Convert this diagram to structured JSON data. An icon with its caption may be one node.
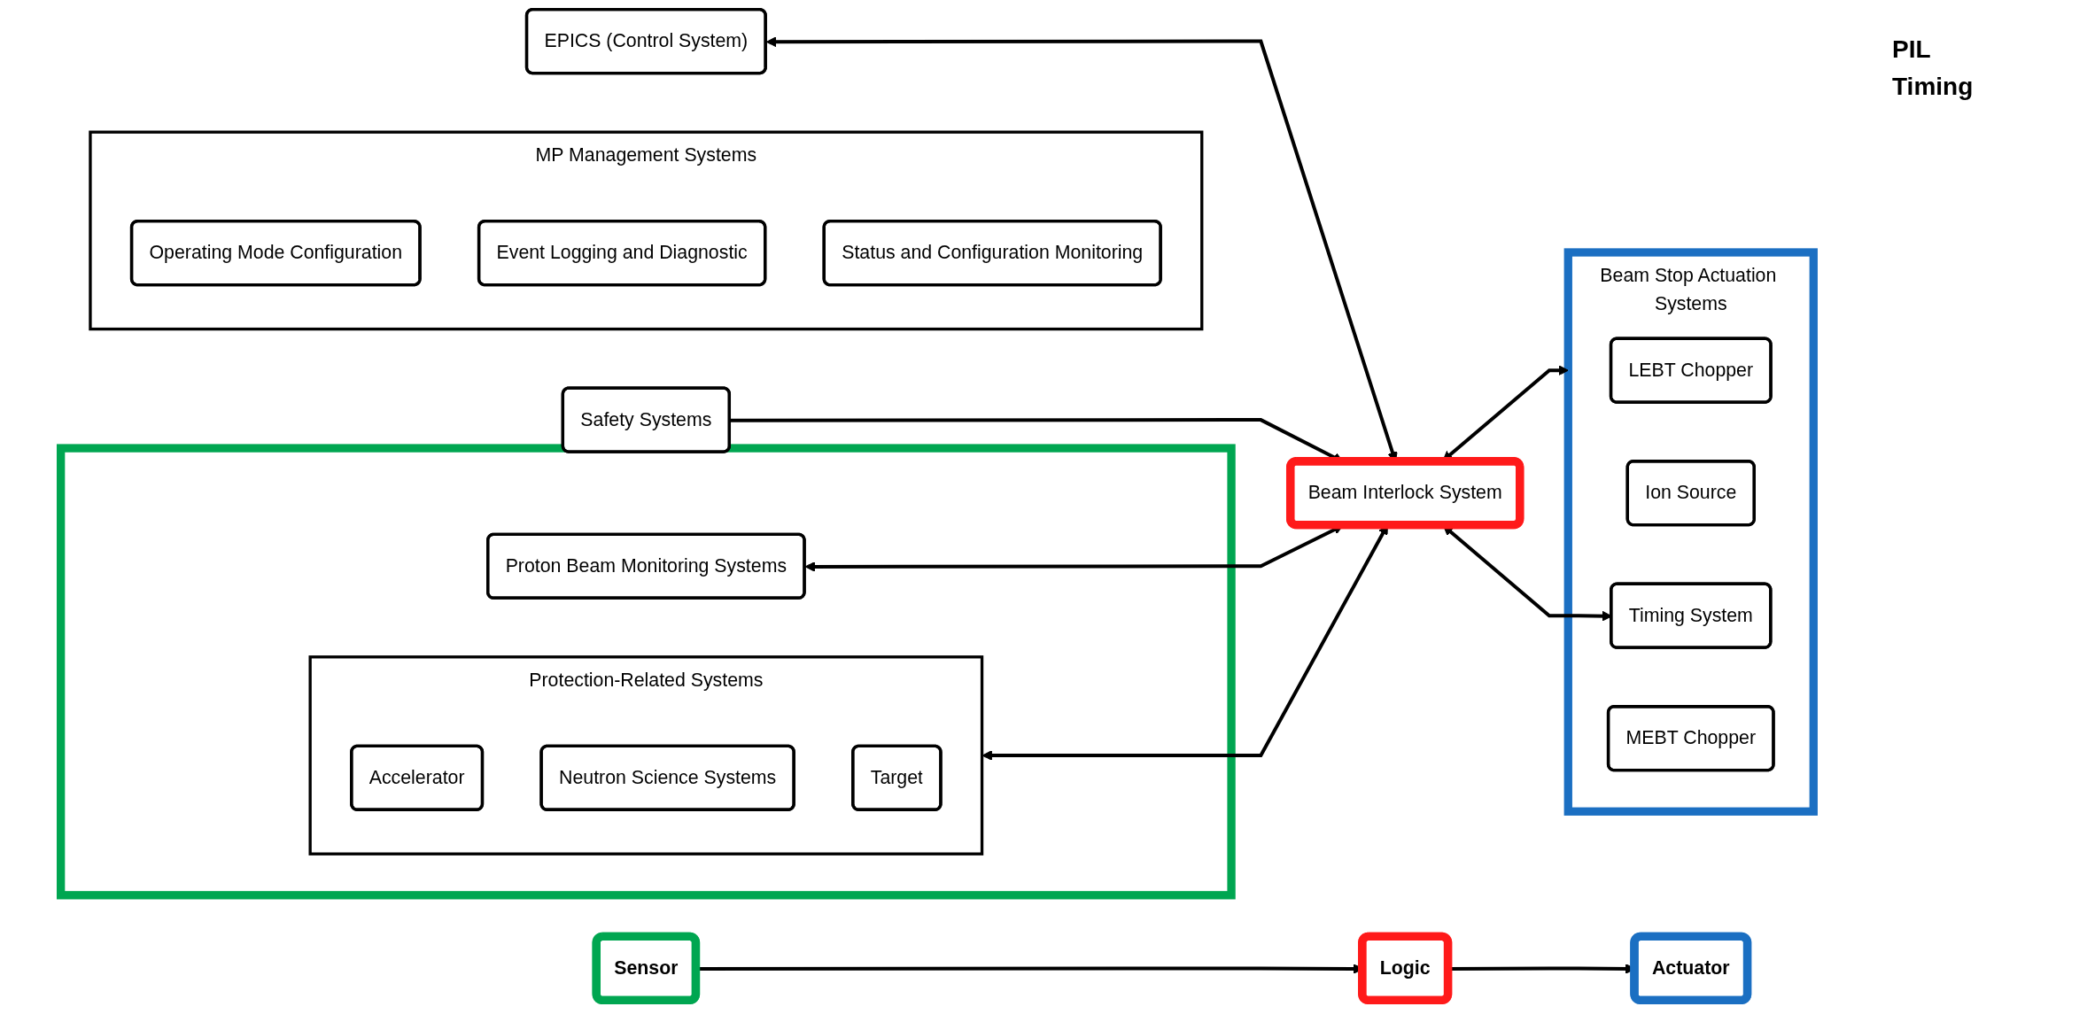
{
  "diagram": {
    "nodes": [
      {
        "text": [
          "MP Management Systems"
        ]
      },
      {
        "text": [
          "Operating Mode Configuration"
        ],
        "in": 0
      },
      {
        "text": [
          "Event Logging and Diagnostic"
        ],
        "in": 0
      },
      {
        "text": [
          "Status and Configuration Monitoring"
        ],
        "in": 0
      },
      {
        "text": [
          "EPICS (Control System)"
        ]
      },
      {
        "text": [
          "Safety Systems"
        ]
      },
      {
        "text": [],
        "shape": "box"
      },
      {
        "text": [
          "Protection-Related Systems"
        ],
        "in": 6
      },
      {
        "text": [
          "Accelerator"
        ],
        "in": 7
      },
      {
        "text": [
          "Neutron Science Systems"
        ],
        "in": 7
      },
      {
        "text": [
          "Target"
        ],
        "in": 7
      },
      {
        "text": [
          "Proton Beam Monitoring Systems"
        ],
        "in": 6
      },
      {
        "text": [
          "Beam Interlock System"
        ]
      },
      {
        "text": [
          "Beam Stop Actuation Systems"
        ]
      },
      {
        "text": [
          "LEBT Chopper"
        ],
        "in": 13
      },
      {
        "text": [
          "Ion Source"
        ],
        "in": 13
      },
      {
        "text": [
          "Timing System"
        ],
        "in": 13
      },
      {
        "text": [
          "MEBT Chopper"
        ],
        "in": 13
      },
      {
        "text": [
          "Sensor"
        ]
      },
      {
        "text": [
          "Logic"
        ]
      },
      {
        "text": [
          "Actuator"
        ]
      }
    ],
    "edges": [
      {
        "from": 4,
        "to": 12,
        "arrow": "both"
      },
      {
        "from": 5,
        "to": 12,
        "arrow": "to"
      },
      {
        "from": 7,
        "to": 12,
        "arrow": "both"
      },
      {
        "from": 12,
        "to": 13,
        "arrow": "both"
      },
      {
        "from": 12,
        "to": 16,
        "arrow": "both"
      },
      {
        "from": 11,
        "to": 12,
        "arrow": "both"
      },
      {
        "from": 18,
        "to": 19,
        "arrow": "to"
      },
      {
        "from": 19,
        "to": 20,
        "arrow": "to"
      }
    ],
    "labels": [
      "PIL",
      "Timing"
    ]
  }
}
